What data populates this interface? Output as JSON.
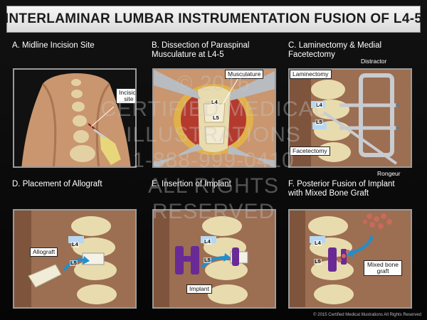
{
  "title": "INTERLAMINAR LUMBAR INSTRUMENTATION FUSION OF L4-5",
  "panels": [
    {
      "label_lines": [
        "A. Midline Incision Site"
      ],
      "callouts": [
        "Incision site"
      ]
    },
    {
      "label_lines": [
        "B. Dissection of Paraspinal",
        "Musculature at L4-5"
      ],
      "callouts": [
        "Musculature"
      ],
      "levels": [
        "L4",
        "L5"
      ]
    },
    {
      "label_lines": [
        "C. Laminectomy & Medial",
        "Facetectomy"
      ],
      "callouts": [
        "Laminectomy",
        "Facetectomy"
      ],
      "levels": [
        "L4",
        "L5"
      ],
      "external": [
        "Distractor",
        "Rongeur"
      ]
    },
    {
      "label_lines": [
        "D. Placement of Allograft"
      ],
      "callouts": [
        "Allograft"
      ],
      "levels": [
        "L4",
        "L5"
      ]
    },
    {
      "label_lines": [
        "E. Insertion of Implant"
      ],
      "callouts": [
        "Implant"
      ],
      "levels": [
        "L4",
        "L5"
      ]
    },
    {
      "label_lines": [
        "F. Posterior Fusion of Implant",
        "with Mixed Bone Graft"
      ],
      "callouts": [
        "Mixed bone graft"
      ],
      "levels": [
        "L4",
        "L5"
      ]
    }
  ],
  "watermark": [
    "© 2016",
    "CERTIFIED MEDICAL",
    "ILLUSTRATIONS",
    "1-888-999-0410",
    "ALL RIGHTS",
    "RESERVED"
  ],
  "copyright": "© 2015 Certified Medical Illustrations All Rights Reserved",
  "colors": {
    "background": "#000000",
    "title_bar": "#e6e6e6",
    "skin": "#c9966f",
    "bone": "#e8dcae",
    "muscle": "#b53a2e",
    "implant": "#6a2a96",
    "arrow": "#1e8fd0",
    "glove": "#e8d77a"
  }
}
